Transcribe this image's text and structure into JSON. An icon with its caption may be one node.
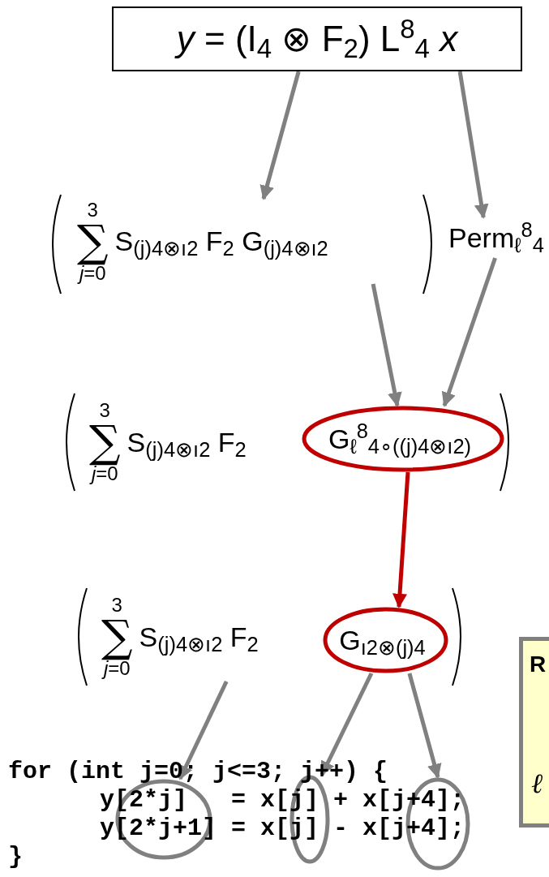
{
  "diagram": {
    "nodes": [
      {
        "text": [
          "*y* = (I$_{4}$ ⊗ F$_{2}$) L$^{8}$$_{4}$ *x*"
        ]
      },
      {
        "text": [
          "3",
          "∑",
          "*j*=0",
          "S$_{(j)4⊗ı2}$ F$_{2}$ G$_{(j)4⊗ı2}$"
        ]
      },
      {
        "text": [
          "Perm$_{ℓ}$$^{8}$$_{4}$"
        ]
      },
      {
        "text": [
          "3",
          "∑",
          "*j*=0",
          "S$_{(j)4⊗ı2}$ F$_{2}$"
        ]
      },
      {
        "text": [
          "G$_{ℓ}$$^{8}$$_{4∘((j)4⊗ı2)}$"
        ]
      },
      {
        "text": [
          "3",
          "∑",
          "*j*=0",
          "S$_{(j)4⊗ı2}$ F$_{2}$"
        ]
      },
      {
        "text": [
          "G$_{ı2⊗(j)4}$"
        ]
      },
      {
        "text": [
          "for (int j=0; j<=3; j++) {",
          "y[2*j]   = x[j] + x[j+4];",
          "y[2*j+1] = x[j] - x[j+4];",
          "}"
        ]
      },
      {
        "text": [],
        "shape": "circle"
      },
      {
        "text": [],
        "shape": "circle"
      },
      {
        "text": [],
        "shape": "circle"
      },
      {
        "text": [
          "R",
          "ℓ"
        ]
      }
    ],
    "edges": [
      {
        "from": 0,
        "to": 1,
        "arrow": "to"
      },
      {
        "from": 0,
        "to": 2,
        "arrow": "to"
      },
      {
        "from": 1,
        "to": 4,
        "arrow": "to"
      },
      {
        "from": 2,
        "to": 4,
        "arrow": "to"
      },
      {
        "from": 4,
        "to": 6,
        "arrow": "to",
        "color": "#c00000"
      },
      {
        "from": 5,
        "to": 8,
        "arrow": "to"
      },
      {
        "from": 6,
        "to": 9,
        "arrow": "to"
      },
      {
        "from": 6,
        "to": 10,
        "arrow": "to"
      }
    ]
  }
}
